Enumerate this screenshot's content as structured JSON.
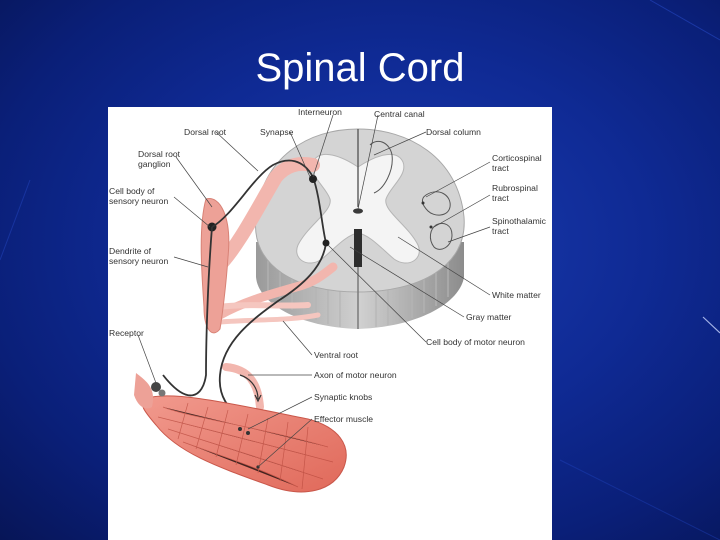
{
  "slide": {
    "title": "Spinal Cord"
  },
  "figure": {
    "labels": {
      "interneuron": "Interneuron",
      "central_canal": "Central canal",
      "dorsal_root": "Dorsal root",
      "synapse": "Synapse",
      "dorsal_column": "Dorsal column",
      "dorsal_root_ganglion_1": "Dorsal root",
      "dorsal_root_ganglion_2": "ganglion",
      "corticospinal_1": "Corticospinal",
      "corticospinal_2": "tract",
      "cell_body_sensory_1": "Cell body of",
      "cell_body_sensory_2": "sensory neuron",
      "rubrospinal_1": "Rubrospinal",
      "rubrospinal_2": "tract",
      "spinothalamic_1": "Spinothalamic",
      "spinothalamic_2": "tract",
      "dendrite_sensory_1": "Dendrite of",
      "dendrite_sensory_2": "sensory neuron",
      "white_matter": "White matter",
      "gray_matter": "Gray matter",
      "receptor": "Receptor",
      "cell_body_motor": "Cell body of motor neuron",
      "ventral_root": "Ventral root",
      "axon_motor": "Axon of motor neuron",
      "synaptic_knobs": "Synaptic knobs",
      "effector_muscle": "Effector muscle"
    }
  }
}
